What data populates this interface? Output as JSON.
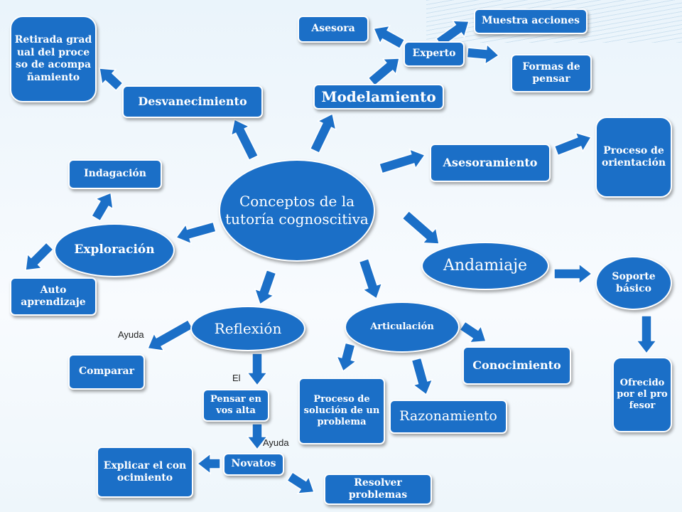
{
  "center": "Conceptos de la tutoría cognoscitiva",
  "nodes": {
    "retirada": "Retirada gradual del proceso de acompañamiento",
    "desvanecimiento": "Desvanecimiento",
    "asesora": "Asesora",
    "muestra": "Muestra acciones",
    "experto": "Experto",
    "formas": "Formas de pensar",
    "modelamiento": "Modelamiento",
    "indagacion": "Indagación",
    "asesoramiento": "Asesoramiento",
    "proceso_orientacion": "Proceso de orientación",
    "exploracion": "Exploración",
    "auto": "Auto aprendizaje",
    "andamiaje": "Andamiaje",
    "soporte": "Soporte básico",
    "reflexion": "Reflexión",
    "articulacion": "Articulación",
    "comparar": "Comparar",
    "conocimiento": "Conocimiento",
    "ofrecido": "Ofrecido por el profesor",
    "pensar": "Pensar en vos alta",
    "proceso_solucion": "Proceso de solución de un problema",
    "razonamiento": "Razonamiento",
    "explicar": "Explicar el conocimiento",
    "novatos": "Novatos",
    "resolver": "Resolver problemas"
  },
  "labels": {
    "ayuda1": "Ayuda",
    "el": "El",
    "ayuda2": "Ayuda"
  },
  "colors": {
    "node_fill": "#1b6fc7",
    "arrow_fill": "#1b6fc7",
    "border": "#ffffff"
  }
}
